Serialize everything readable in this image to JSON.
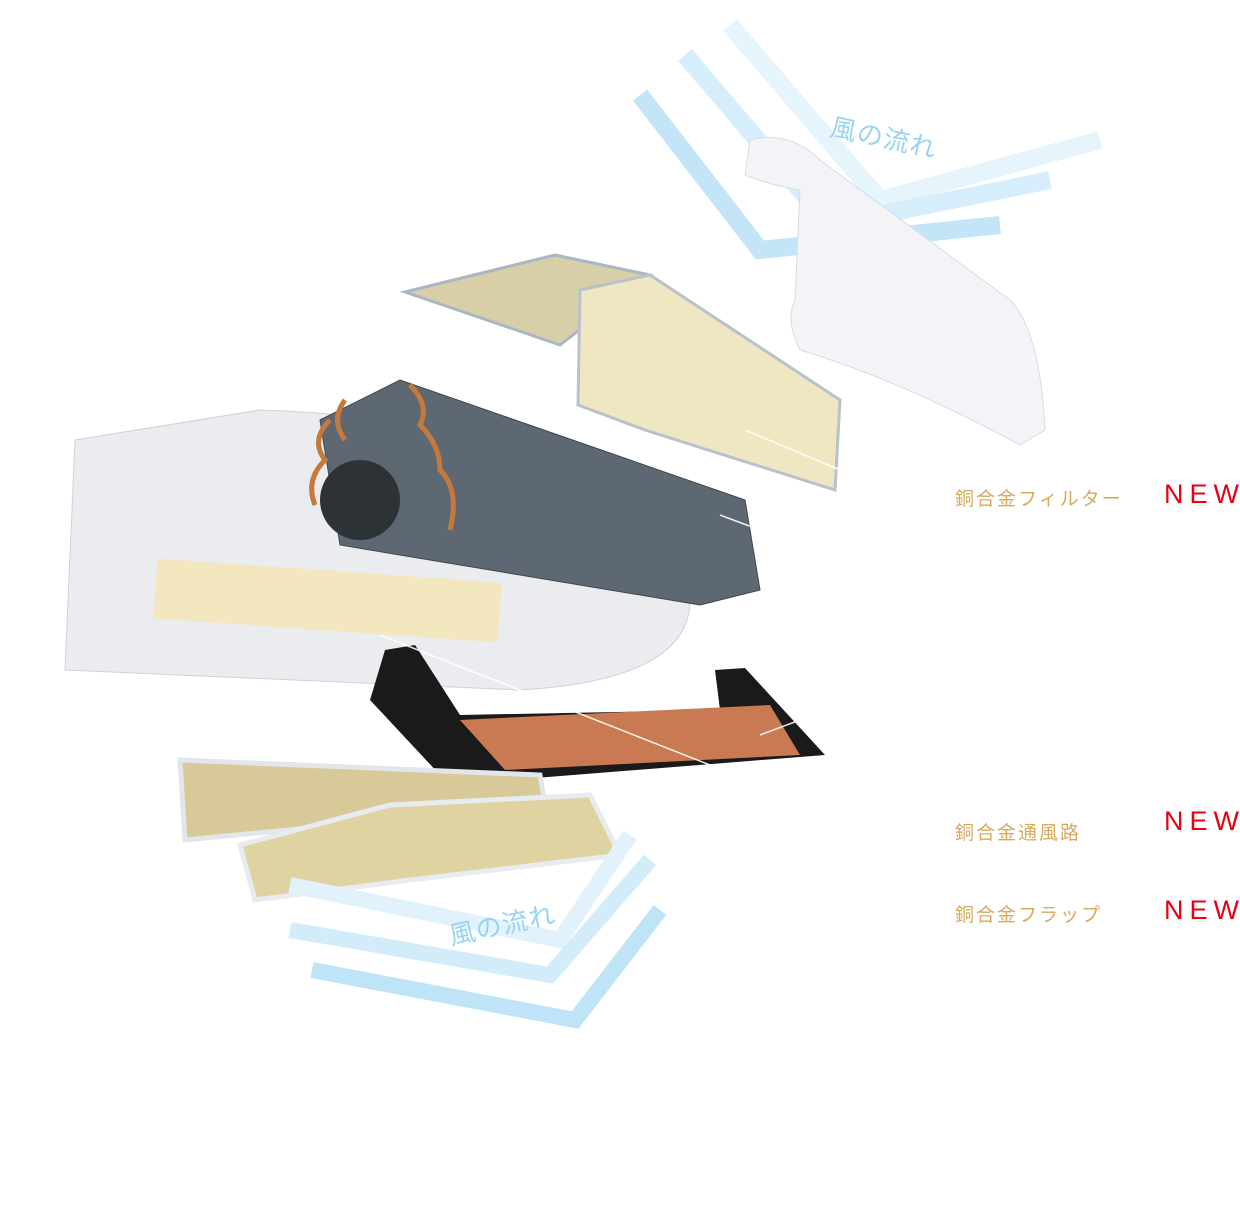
{
  "airflow_label_top": "風の流れ",
  "airflow_label_bottom": "風の流れ",
  "features": [
    {
      "label": "銅合金フィルター",
      "badge": "NEW"
    },
    {
      "label": "銅合金通風路",
      "badge": "NEW"
    },
    {
      "label": "銅合金フラップ",
      "badge": "NEW"
    }
  ],
  "colors": {
    "label": "#d9a95c",
    "badge": "#e60012",
    "airflow": "#bfe4f8"
  }
}
